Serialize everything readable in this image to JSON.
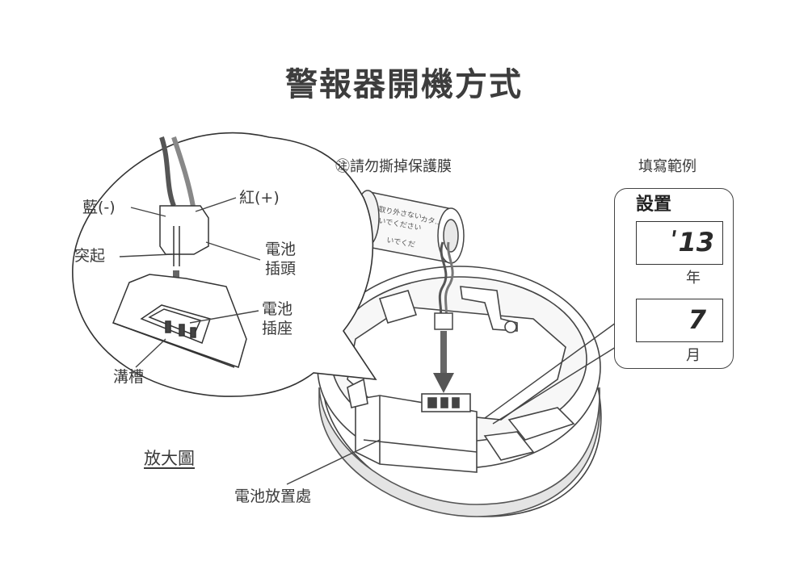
{
  "title": "警報器開機方式",
  "labels": {
    "blue": "藍(-)",
    "red": "紅(+)",
    "protrusion": "突起",
    "plug_line1": "電池",
    "plug_line2": "插頭",
    "socket_line1": "電池",
    "socket_line2": "插座",
    "groove": "溝槽",
    "zoom": "放大圖",
    "battery_place": "電池放置處",
    "note_mark": "㊟",
    "note": "請勿撕掉保護膜",
    "example": "填寫範例"
  },
  "card": {
    "heading": "設置",
    "year_value": "ʹ13",
    "year_unit": "年",
    "month_value": "7",
    "month_unit": "月"
  },
  "battery_sticker_text": [
    "取り外さない",
    "いでください",
    "カタ..",
    "いでくだ"
  ],
  "colors": {
    "line": "#444444",
    "text": "#3a3a3a",
    "arrow": "#555555"
  }
}
